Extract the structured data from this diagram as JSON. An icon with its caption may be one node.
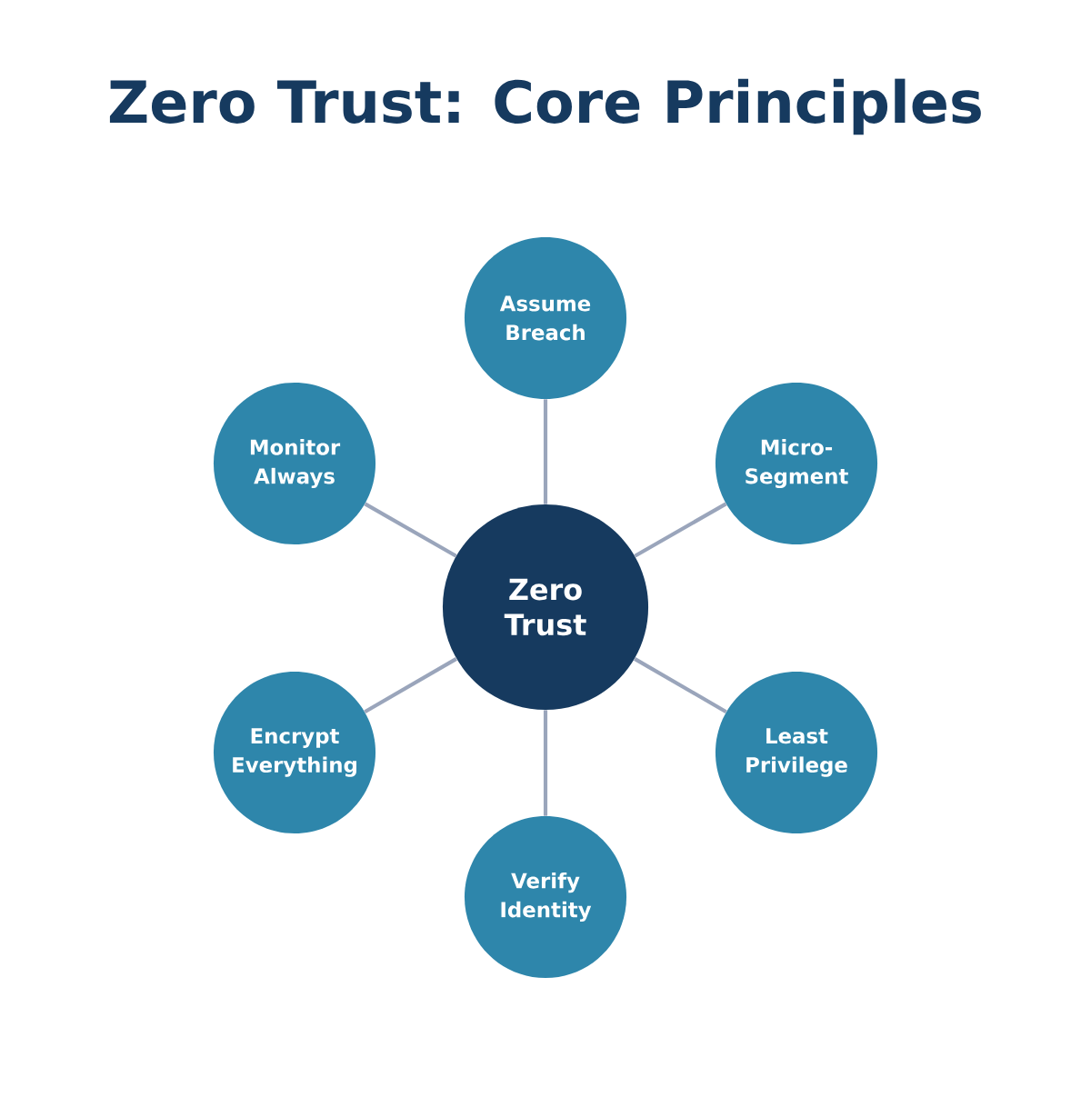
{
  "diagram": {
    "title": "Zero Trust: Core Principles",
    "nodes": [
      {
        "text": [
          "Zero Trust"
        ]
      },
      {
        "text": [
          "Assume Breach"
        ]
      },
      {
        "text": [
          "Micro-Segment"
        ]
      },
      {
        "text": [
          "Least Privilege"
        ]
      },
      {
        "text": [
          "Verify Identity"
        ]
      },
      {
        "text": [
          "Encrypt Everything"
        ]
      },
      {
        "text": [
          "Monitor Always"
        ]
      }
    ],
    "edges": [
      {
        "from": 0,
        "to": 1,
        "arrow": "none"
      },
      {
        "from": 0,
        "to": 2,
        "arrow": "none"
      },
      {
        "from": 0,
        "to": 3,
        "arrow": "none"
      },
      {
        "from": 0,
        "to": 4,
        "arrow": "none"
      },
      {
        "from": 0,
        "to": 5,
        "arrow": "none"
      },
      {
        "from": 0,
        "to": 6,
        "arrow": "none"
      }
    ]
  }
}
